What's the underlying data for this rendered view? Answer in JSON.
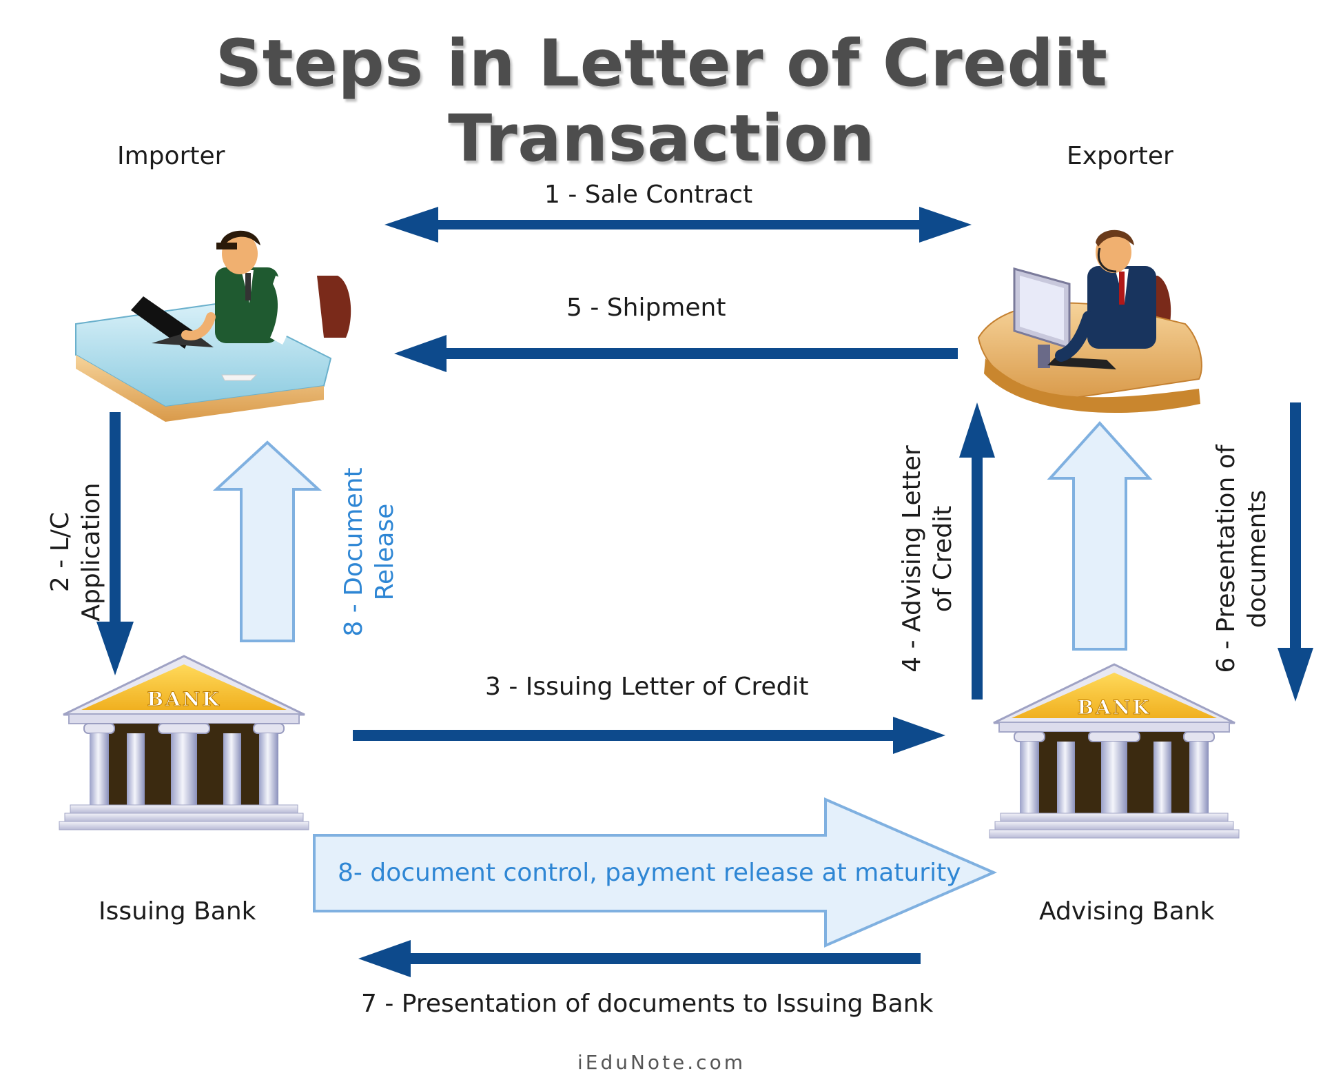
{
  "title": "Steps in Letter of Credit Transaction",
  "parties": {
    "importer": "Importer",
    "exporter": "Exporter",
    "issuing_bank": "Issuing Bank",
    "advising_bank": "Advising Bank"
  },
  "bank_sign": "BANK",
  "steps": {
    "s1": "1 - Sale Contract",
    "s2_line1": "2 -  L/C",
    "s2_line2": "Application",
    "s3": "3 - Issuing Letter of Credit",
    "s4_line1": "4 - Advising Letter",
    "s4_line2": "of Credit",
    "s5": "5 - Shipment",
    "s6_line1": "6 - Presentation of",
    "s6_line2": "documents",
    "s7": "7 - Presentation of documents to Issuing Bank",
    "s8a_line1": "8 - Document",
    "s8a_line2": "Release",
    "s8b": "8- document control, payment release at maturity"
  },
  "footer": "iEduNote.com",
  "colors": {
    "dark_arrow": "#0d4a8c",
    "light_arrow_fill": "#e4f0fb",
    "light_arrow_stroke": "#7fb0e0",
    "light_text": "#2e86d4",
    "title": "#4d4d4d"
  }
}
